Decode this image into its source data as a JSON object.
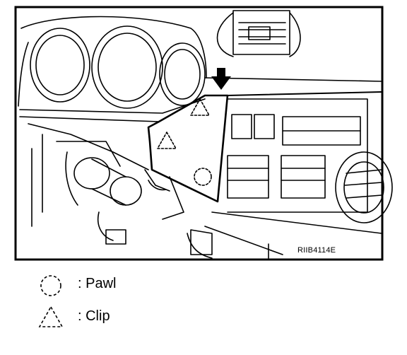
{
  "figure": {
    "code": "RIIB4114E"
  },
  "legend": {
    "items": [
      {
        "symbol": "dashed-circle-icon",
        "label": ": Pawl"
      },
      {
        "symbol": "dashed-triangle-icon",
        "label": ": Clip"
      }
    ]
  }
}
